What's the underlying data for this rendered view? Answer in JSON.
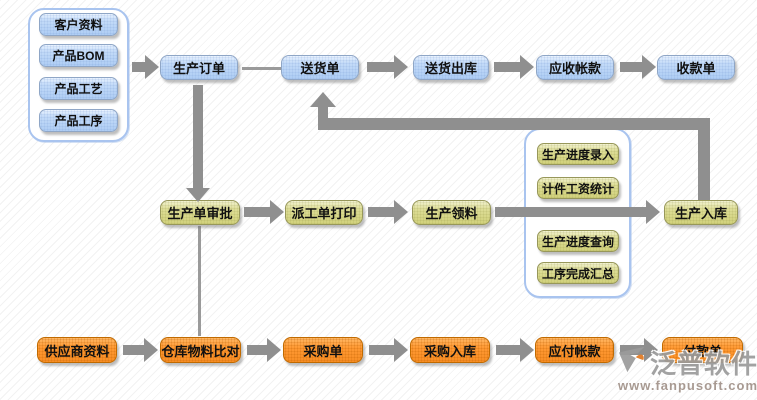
{
  "diagram": {
    "left_panel": {
      "items": [
        {
          "label": "客户资料"
        },
        {
          "label": "产品BOM"
        },
        {
          "label": "产品工艺"
        },
        {
          "label": "产品工序"
        }
      ]
    },
    "top_row": [
      {
        "label": "生产订单"
      },
      {
        "label": "送货单"
      },
      {
        "label": "送货出库"
      },
      {
        "label": "应收帐款"
      },
      {
        "label": "收款单"
      }
    ],
    "middle_row": [
      {
        "label": "生产单审批"
      },
      {
        "label": "派工单打印"
      },
      {
        "label": "生产领料"
      },
      {
        "label": "生产入库"
      }
    ],
    "progress_panel": {
      "items": [
        {
          "label": "生产进度录入"
        },
        {
          "label": "计件工资统计"
        },
        {
          "label": "生产进度查询"
        },
        {
          "label": "工序完成汇总"
        }
      ]
    },
    "bottom_row": [
      {
        "label": "供应商资料"
      },
      {
        "label": "仓库物料比对"
      },
      {
        "label": "采购单"
      },
      {
        "label": "采购入库"
      },
      {
        "label": "应付帐款"
      },
      {
        "label": "付款单"
      }
    ]
  },
  "watermark": {
    "brand": "泛普软件",
    "url": "www.fanpusoft.com"
  },
  "colors": {
    "blue_node": "#aecdf4",
    "khaki_node": "#d1d17b",
    "orange_node": "#ff9933",
    "arrow": "#8f8f8f",
    "panel_border": "#a9c4ef",
    "hatch_line": "#ececec"
  }
}
